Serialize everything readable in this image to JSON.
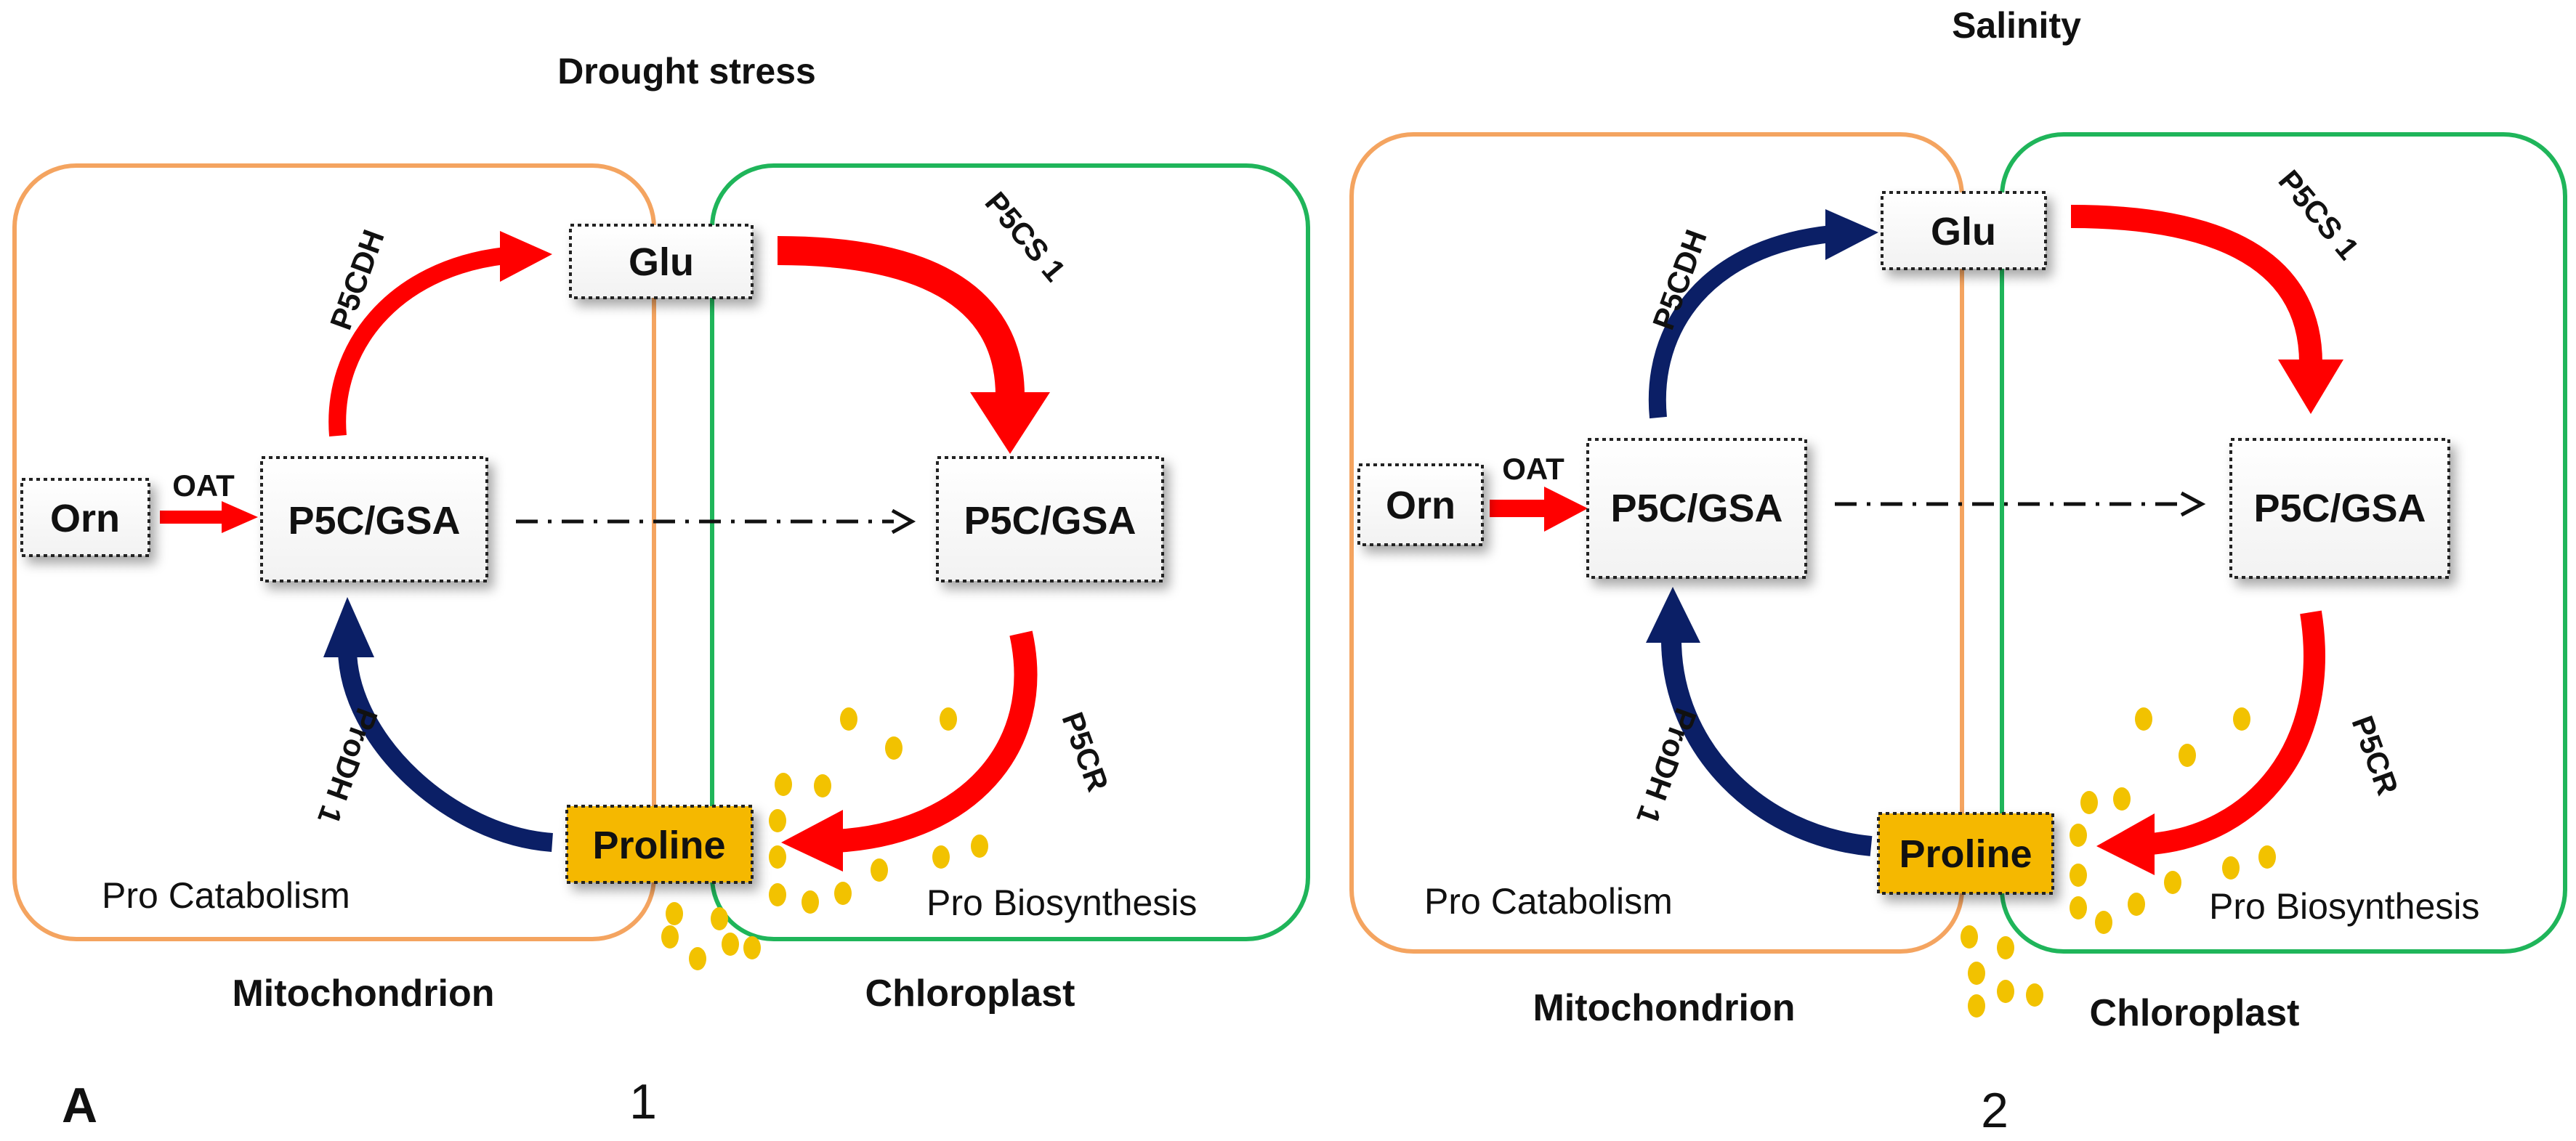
{
  "panel_letter": "A",
  "colors": {
    "mitochondrion_border": "#f4a460",
    "chloroplast_border": "#1fb55a",
    "upregulated_arrow": "#ff0000",
    "downregulated_arrow": "#0b1f66",
    "proline_fill": "#f5b800",
    "dots": "#f2c200"
  },
  "panels": [
    {
      "title": "Drought stress",
      "number": "1",
      "compartments": {
        "mitochondrion": "Mitochondrion",
        "chloroplast": "Chloroplast"
      },
      "regions": {
        "catabolism": "Pro Catabolism",
        "biosynthesis": "Pro Biosynthesis"
      },
      "nodes": {
        "glu": "Glu",
        "orn": "Orn",
        "p5c_mito": "P5C/GSA",
        "p5c_chloro": "P5C/GSA",
        "proline": "Proline"
      },
      "enzymes": [
        {
          "label": "P5CDH",
          "regulation": "up"
        },
        {
          "label": "P5CS 1",
          "regulation": "up"
        },
        {
          "label": "OAT",
          "regulation": "up"
        },
        {
          "label": "ProDH 1",
          "regulation": "down"
        },
        {
          "label": "P5CR",
          "regulation": "up"
        }
      ]
    },
    {
      "title": "Salinity",
      "number": "2",
      "compartments": {
        "mitochondrion": "Mitochondrion",
        "chloroplast": "Chloroplast"
      },
      "regions": {
        "catabolism": "Pro Catabolism",
        "biosynthesis": "Pro Biosynthesis"
      },
      "nodes": {
        "glu": "Glu",
        "orn": "Orn",
        "p5c_mito": "P5C/GSA",
        "p5c_chloro": "P5C/GSA",
        "proline": "Proline"
      },
      "enzymes": [
        {
          "label": "P5CDH",
          "regulation": "down"
        },
        {
          "label": "P5CS 1",
          "regulation": "up"
        },
        {
          "label": "OAT",
          "regulation": "up"
        },
        {
          "label": "ProDH 1",
          "regulation": "down"
        },
        {
          "label": "P5CR",
          "regulation": "up"
        }
      ]
    }
  ]
}
